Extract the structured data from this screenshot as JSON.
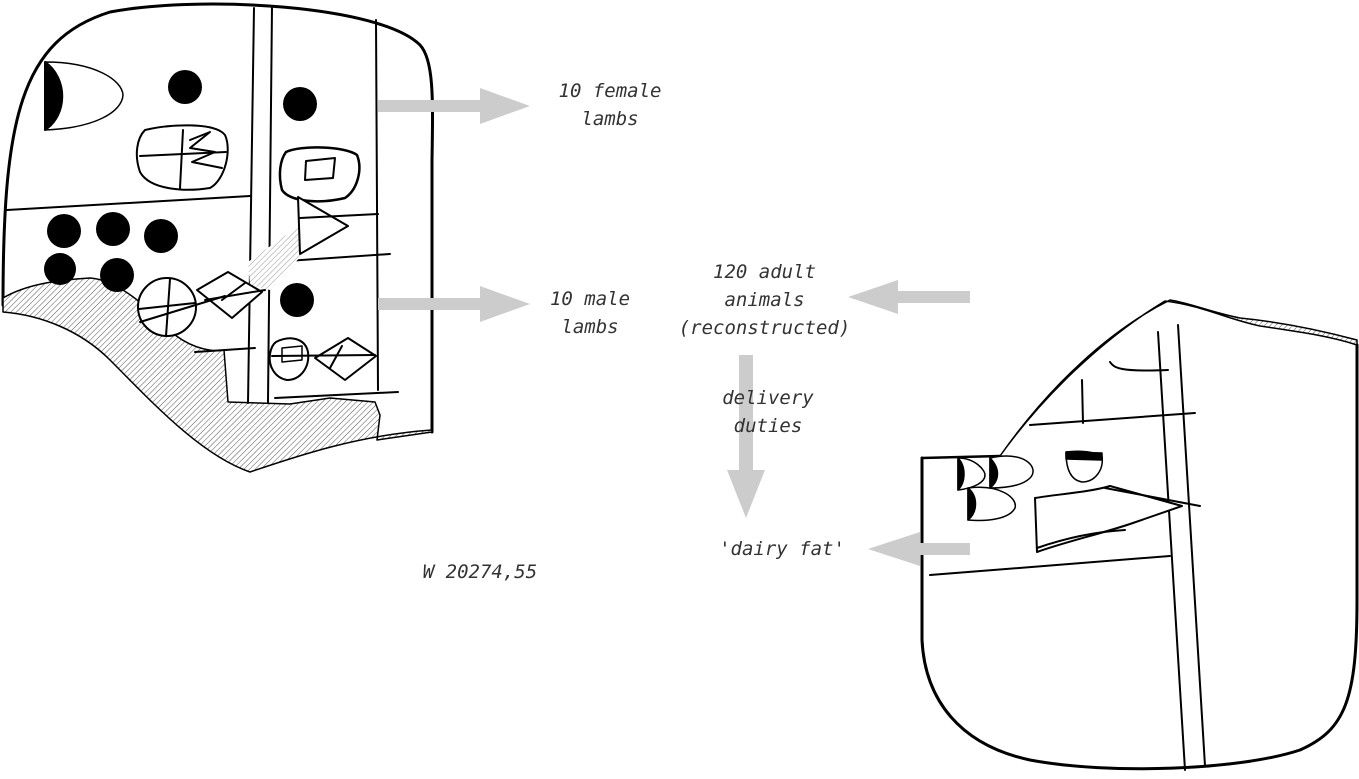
{
  "diagram": {
    "labels": {
      "female_lambs": [
        "10 female",
        "lambs"
      ],
      "male_lambs": [
        "10 male",
        "lambs"
      ],
      "adult_animals": [
        "120 adult",
        "animals",
        "(reconstructed)"
      ],
      "delivery_duties": [
        "delivery",
        "duties"
      ],
      "dairy_fat": "'dairy fat'",
      "tablet_id": "W 20274,55"
    },
    "colors": {
      "arrow": "#cccccc",
      "ink": "#000000",
      "label_text": "#333333",
      "background": "#ffffff"
    }
  }
}
